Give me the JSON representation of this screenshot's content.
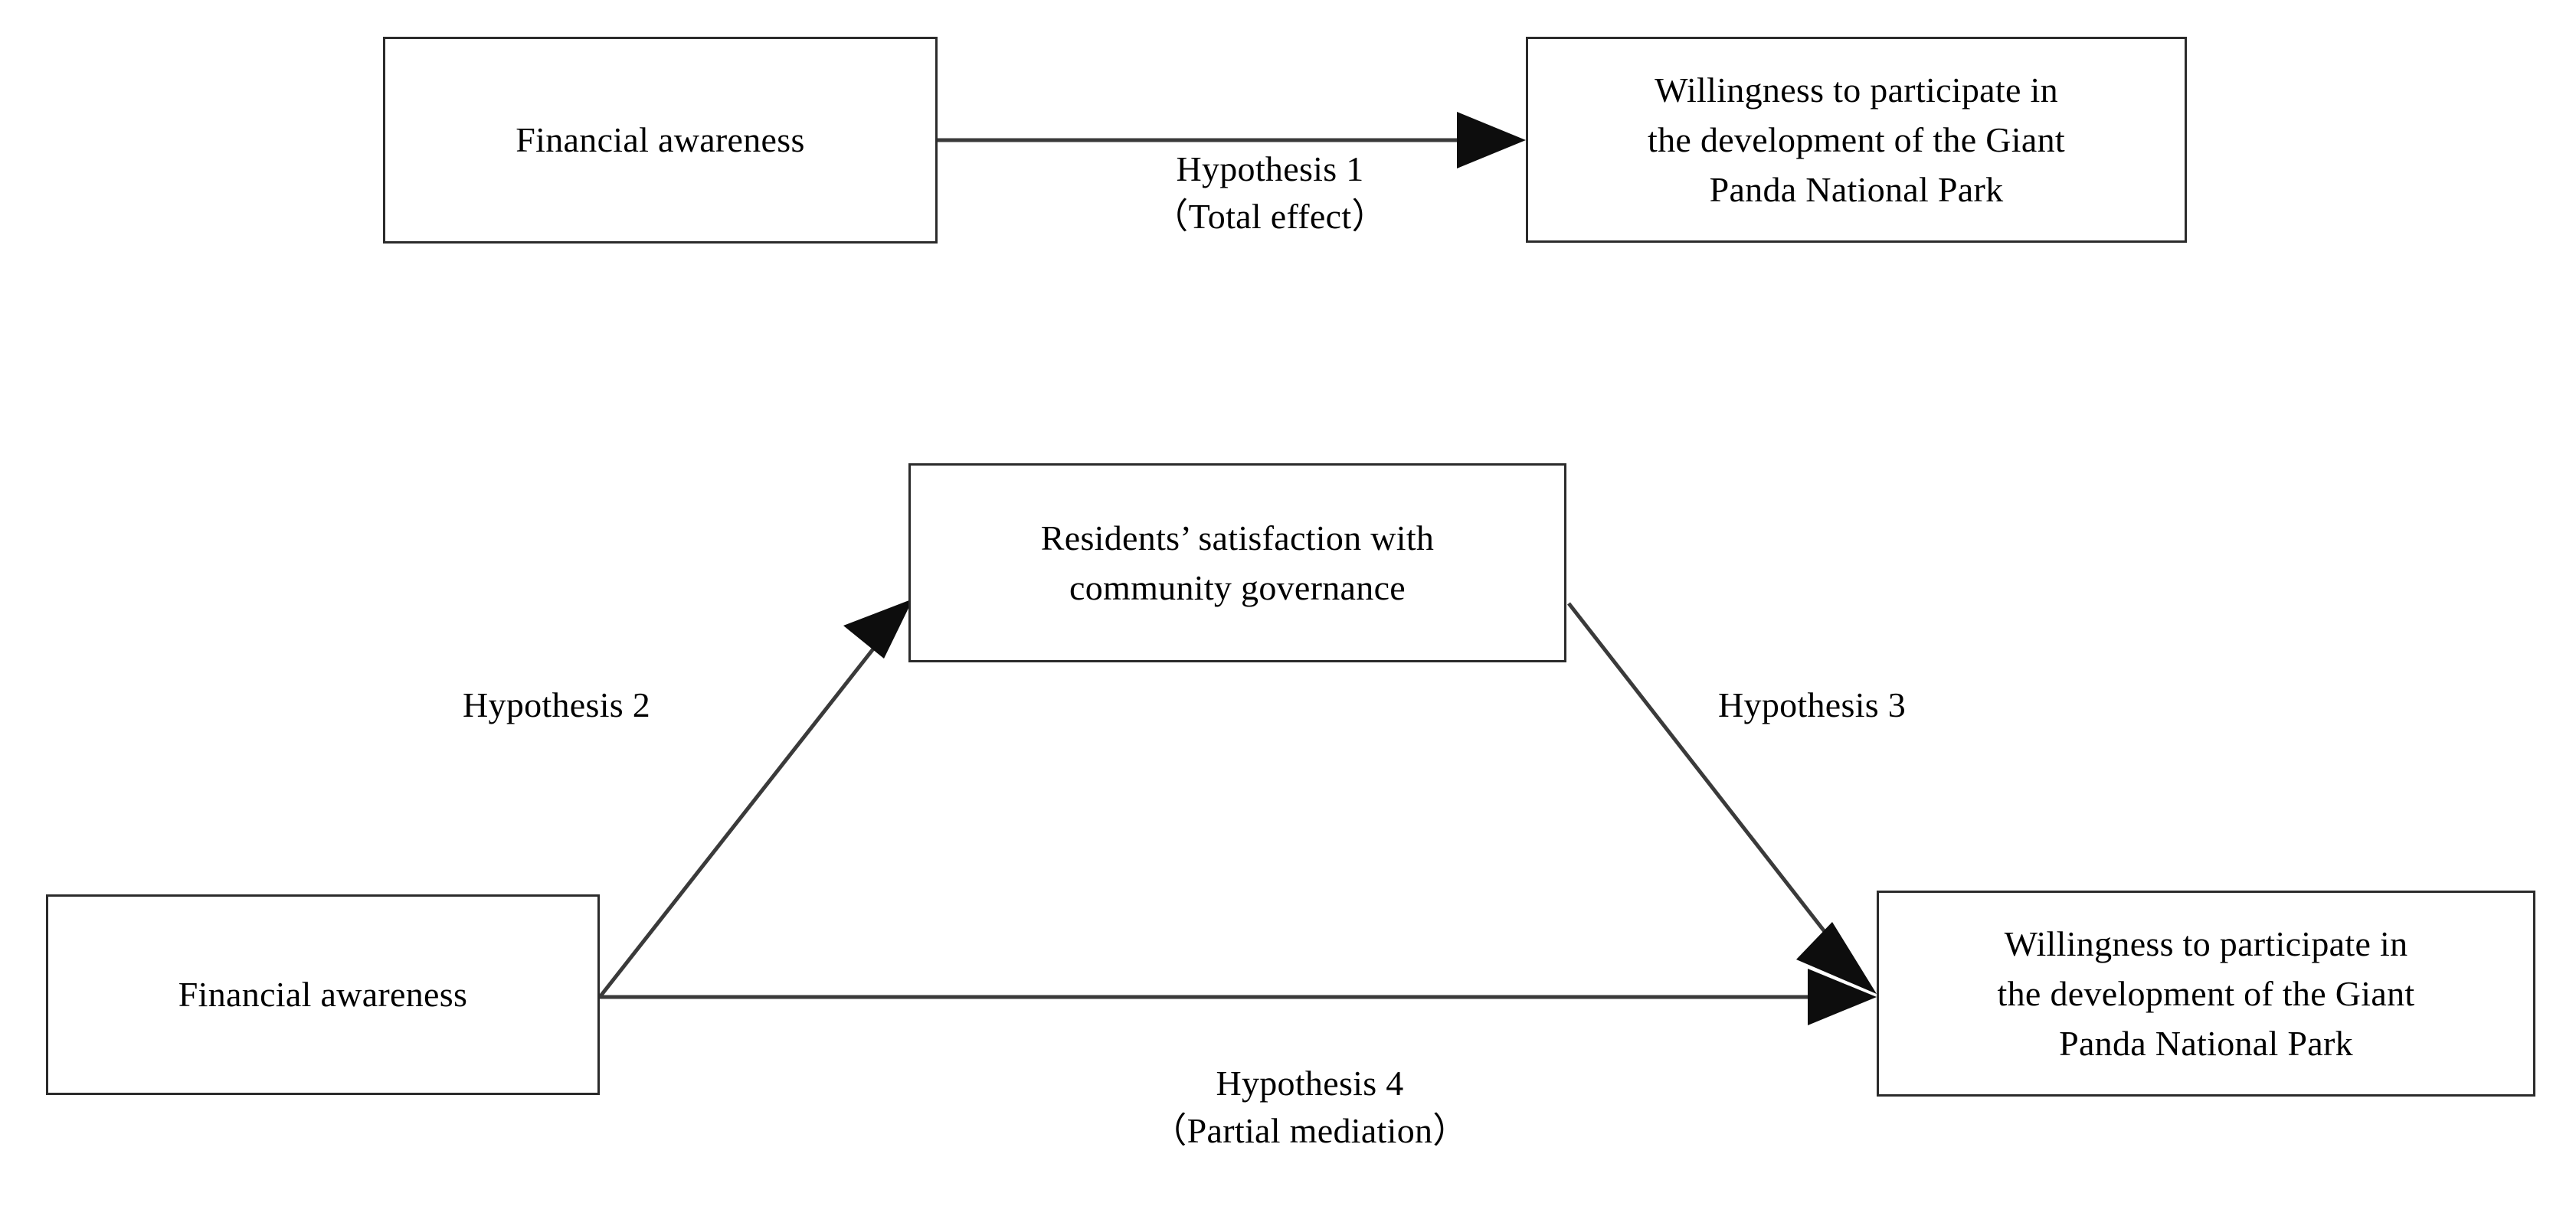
{
  "figure": {
    "type": "mediation-model-diagram",
    "background_color": "#ffffff",
    "line_color": "#3a3a3a",
    "box_border_color": "#2b2b2b",
    "text_color": "#000000"
  },
  "models": {
    "total_effect_model": {
      "nodes": {
        "predictor": "Financial awareness",
        "outcome": "Willingness to participate in\nthe development of the Giant\nPanda National Park"
      },
      "path_label": "Hypothesis 1\n（Total effect）"
    },
    "mediation_model": {
      "nodes": {
        "mediator": "Residents’ satisfaction with\ncommunity governance",
        "predictor": "Financial awareness",
        "outcome": "Willingness to participate in\nthe development of the Giant\nPanda National Park"
      },
      "path_labels": {
        "predictor_to_mediator": "Hypothesis 2",
        "mediator_to_outcome": "Hypothesis 3",
        "direct_path": "Hypothesis 4\n（Partial mediation）"
      }
    }
  }
}
